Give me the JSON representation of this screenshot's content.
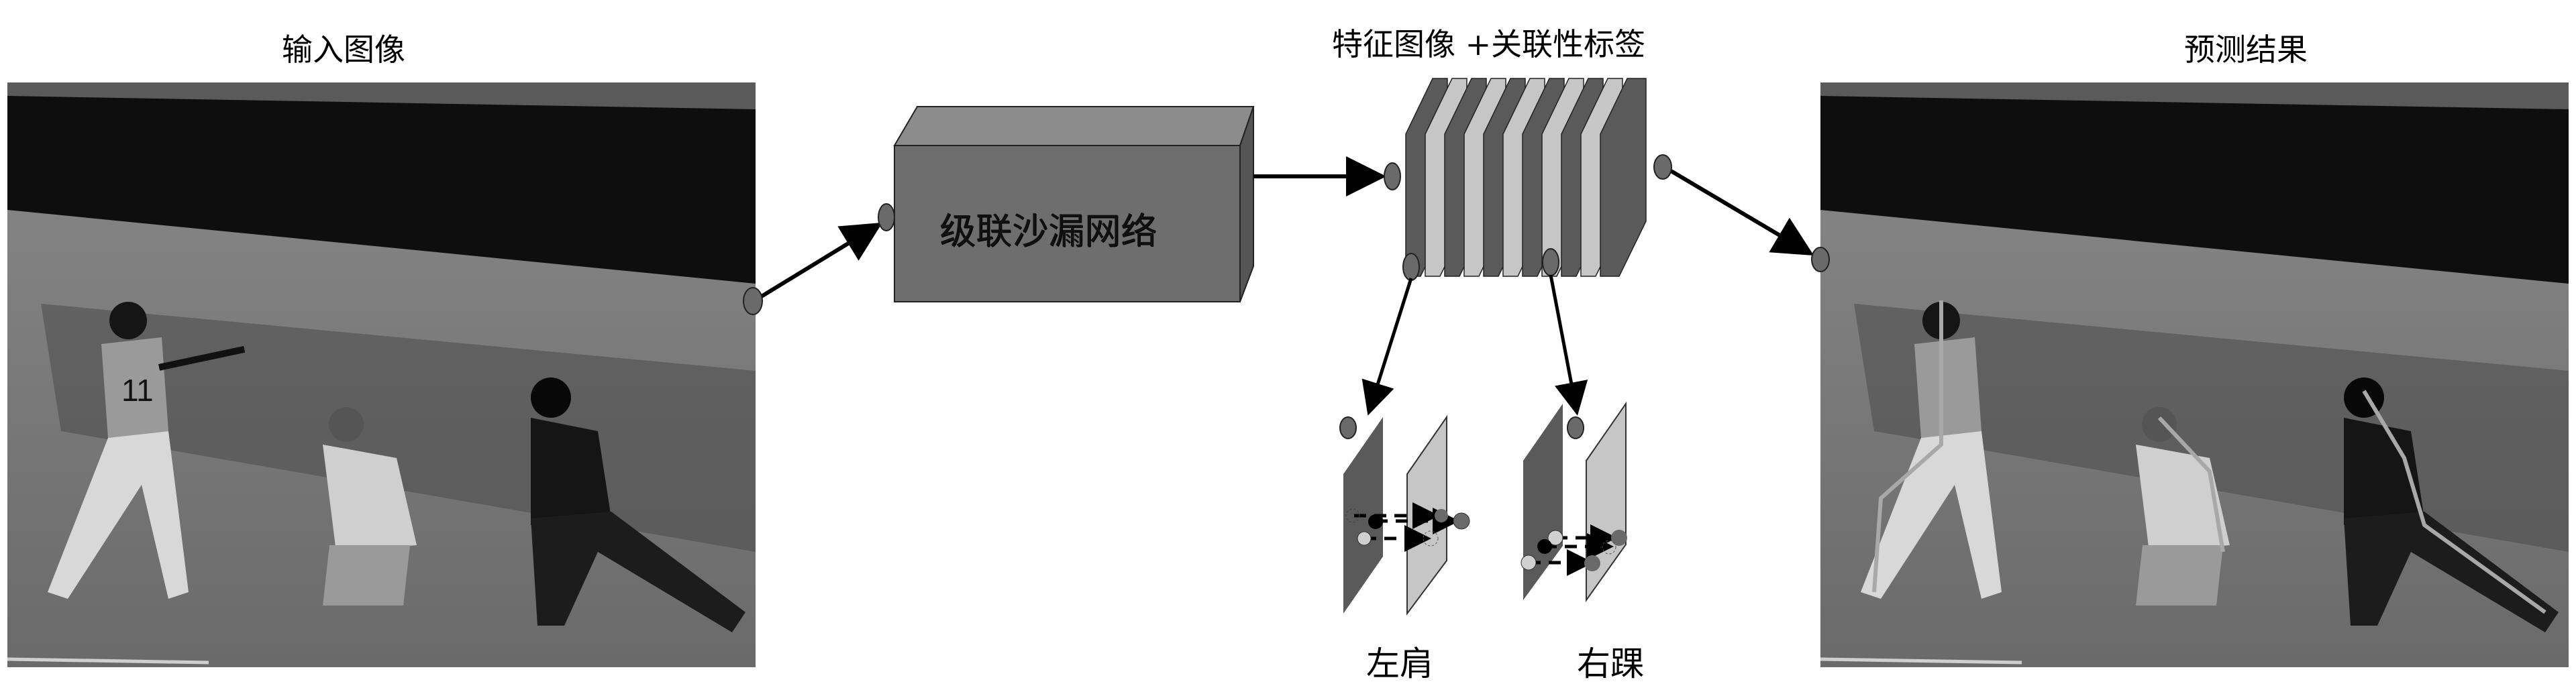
{
  "titles": {
    "input": "输入图像",
    "features": "特征图像 +关联性标签",
    "output": "预测结果"
  },
  "network": {
    "label": "级联沙漏网络"
  },
  "joints": [
    {
      "label": "左肩"
    },
    {
      "label": "右踝"
    }
  ],
  "colors": {
    "box_front": "#6e6e6e",
    "box_top": "#8c8c8c",
    "box_side": "#555555",
    "plane_dark": "#5a5a5a",
    "plane_light": "#c6c6c6",
    "node": "#6a6a6a",
    "arrow": "#000000",
    "skeleton": "#a0a0a0"
  },
  "scene": {
    "subjects": [
      "batter",
      "catcher",
      "umpire"
    ],
    "jersey_number": "11"
  }
}
